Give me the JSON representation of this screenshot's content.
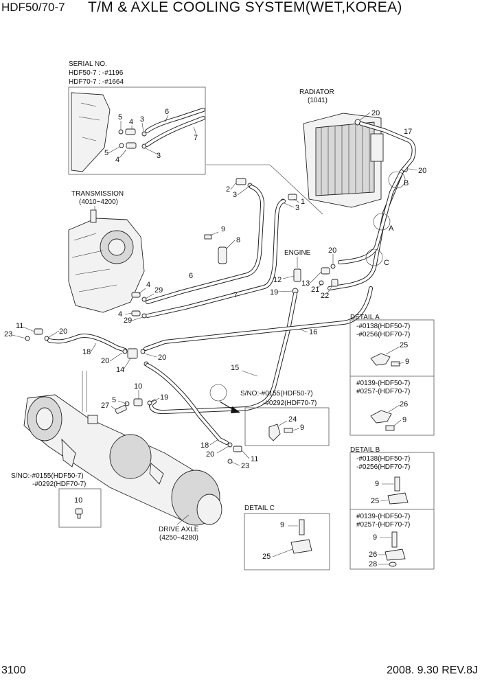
{
  "header": {
    "model": "HDF50/70-7",
    "title": "T/M & AXLE COOLING SYSTEM(WET,KOREA)"
  },
  "footer": {
    "page": "3100",
    "date_rev": "2008. 9.30  REV.8J"
  },
  "serial_box": {
    "title": "SERIAL NO.",
    "line1": "HDF50-7 : -#1196",
    "line2": "HDF70-7 : -#1664"
  },
  "components": {
    "radiator": "RADIATOR",
    "radiator_code": "(1041)",
    "transmission": "TRANSMISSION",
    "transmission_code": "(4010~4200)",
    "engine": "ENGINE",
    "drive_axle": "DRIVE AXLE",
    "drive_axle_code": "(4250~4280)"
  },
  "details": {
    "a_title": "DETAIL A",
    "a1_line1": "-#0138(HDF50-7)",
    "a1_line2": "-#0256(HDF70-7)",
    "a2_line1": "#0139-(HDF50-7)",
    "a2_line2": "#0257-(HDF70-7)",
    "b_title": "DETAIL B",
    "b1_line1": "-#0138(HDF50-7)",
    "b1_line2": "-#0256(HDF70-7)",
    "b2_line1": "#0139-(HDF50-7)",
    "b2_line2": "#0257-(HDF70-7)",
    "c_title": "DETAIL C",
    "sno_right_line1": "S/NO:-#0155(HDF50-7)",
    "sno_right_line2": "-#0292(HDF70-7)",
    "sno_left_line1": "S/NO:-#0155(HDF50-7)",
    "sno_left_line2": "-#0292(HDF70-7)"
  },
  "callout_letters": {
    "a": "A",
    "b": "B",
    "c": "C"
  },
  "part_numbers": {
    "p1": "1",
    "p2": "2",
    "p3": "3",
    "p4": "4",
    "p5": "5",
    "p6": "6",
    "p7": "7",
    "p8": "8",
    "p9": "9",
    "p10": "10",
    "p11": "11",
    "p12": "12",
    "p13": "13",
    "p14": "14",
    "p15": "15",
    "p16": "16",
    "p17": "17",
    "p18": "18",
    "p19": "19",
    "p20": "20",
    "p21": "21",
    "p22": "22",
    "p23": "23",
    "p24": "24",
    "p25": "25",
    "p26": "26",
    "p27": "27",
    "p28": "28",
    "p29": "29"
  }
}
